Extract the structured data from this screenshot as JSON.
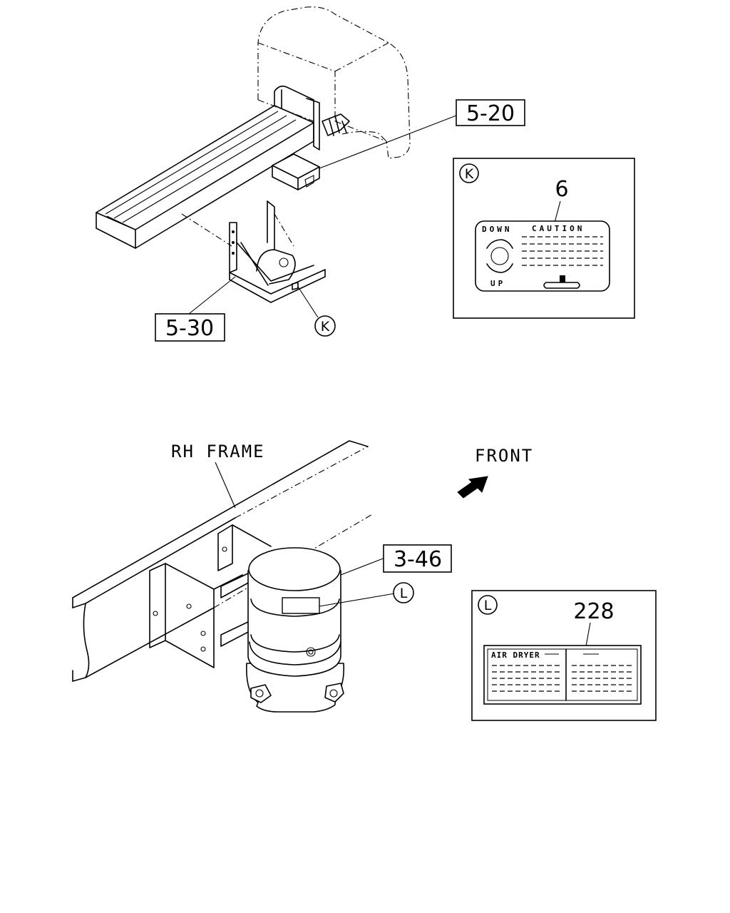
{
  "callouts": {
    "top_right": "5-20",
    "top_left": "5-30",
    "bottom": "3-46"
  },
  "markers": {
    "k": "K",
    "l": "L"
  },
  "detail_k": {
    "ref": "K",
    "part_number": "6",
    "label_line1_left": "DOWN",
    "label_line1_right": "CAUTION",
    "label_bottom": "UP"
  },
  "detail_l": {
    "ref": "L",
    "part_number": "228",
    "label_title": "AIR DRYER"
  },
  "annotations": {
    "rh_frame": "RH FRAME",
    "front": "FRONT"
  }
}
